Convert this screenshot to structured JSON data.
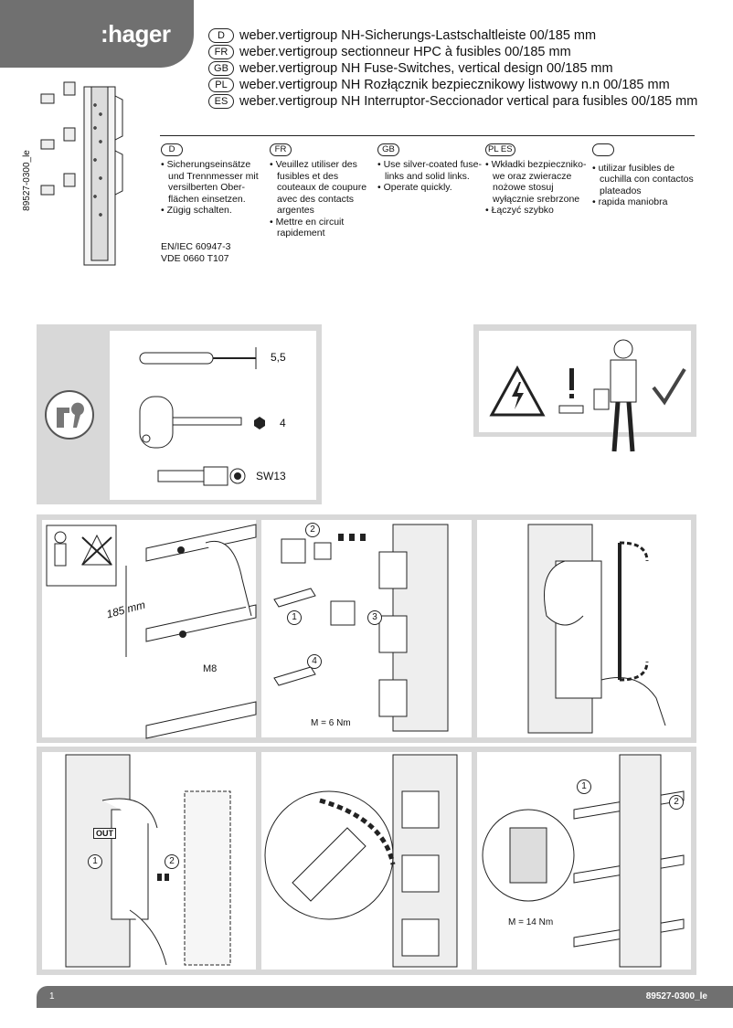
{
  "brand": {
    "logo": ":hager"
  },
  "doc_code_side": "89527-0300_le",
  "titles": [
    {
      "lang": "D",
      "text": "weber.vertigroup NH-Sicherungs-Lastschaltleiste 00/185 mm"
    },
    {
      "lang": "FR",
      "text": "weber.vertigroup sectionneur HPC à fusibles 00/185 mm"
    },
    {
      "lang": "GB",
      "text": "weber.vertigroup NH Fuse-Switches, vertical design 00/185 mm"
    },
    {
      "lang": "PL",
      "text": "weber.vertigroup NH Rozłącznik bezpiecznikowy listwowy n.n 00/185 mm"
    },
    {
      "lang": "ES",
      "text": "weber.vertigroup NH Interruptor-Seccionador vertical para fusibles 00/185 mm"
    }
  ],
  "notes": [
    {
      "lang": "D",
      "items": [
        "Sicherungseinsätze und Trennmesser mit versilberten Ober-flächen einsetzen.",
        "Zügig schalten."
      ]
    },
    {
      "lang": "FR",
      "items": [
        "Veuillez utiliser des fusibles et des couteaux de coupure avec des contacts argentes",
        "Mettre en circuit rapidement"
      ]
    },
    {
      "lang": "GB",
      "items": [
        "Use silver-coated fuse-links and solid links.",
        "Operate quickly."
      ]
    },
    {
      "lang": "PL ES",
      "items": [
        "Wkładki bezpieczniko-we oraz zwieracze nożowe stosuj wyłącznie srebrzone",
        "Łączyć szybko"
      ]
    },
    {
      "lang": "",
      "items": [
        "utilizar fusibles de cuchilla con contactos plateados",
        "rapida maniobra"
      ]
    }
  ],
  "standards": [
    "EN/IEC 60947-3",
    "VDE 0660 T107"
  ],
  "tools": {
    "screwdriver": "5,5",
    "hex_key": "4",
    "socket": "SW13"
  },
  "steps": {
    "spacing": "185 mm",
    "bolt": "M8",
    "torque1": "M = 6 Nm",
    "torque2": "M = 14 Nm",
    "out_label": "OUT",
    "n1": "1",
    "n2": "2",
    "n3": "3",
    "n4": "4"
  },
  "footer": {
    "page": "1",
    "code": "89527-0300_le"
  }
}
